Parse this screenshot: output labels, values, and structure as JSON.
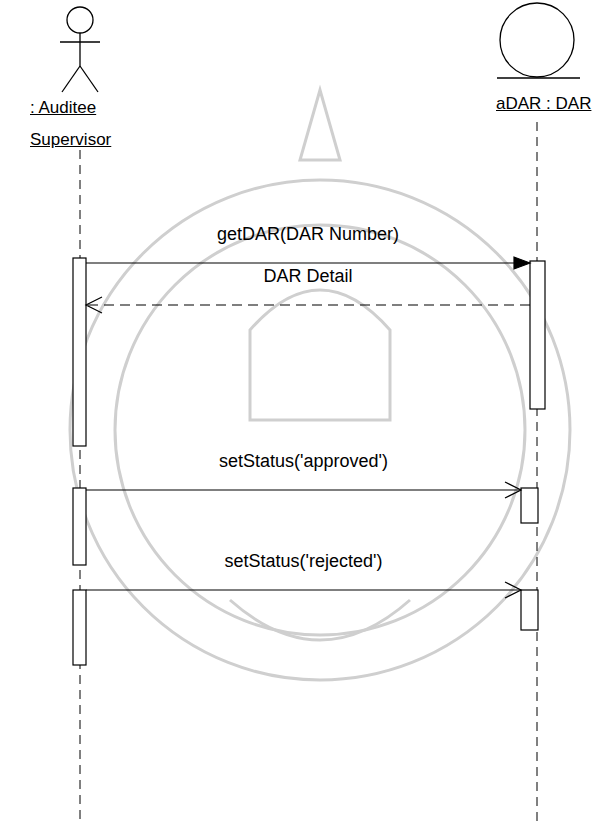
{
  "diagram": {
    "nodes": [
      {
        "text": [
          ": Auditee Supervisor"
        ]
      },
      {
        "text": [
          "aDAR : DAR"
        ]
      }
    ],
    "edges": [
      {
        "from": 0,
        "to": 1,
        "label": "getDAR(DAR Number)",
        "arrow": "to"
      },
      {
        "from": 1,
        "to": 0,
        "label": "DAR Detail",
        "arrow": "to"
      },
      {
        "from": 0,
        "to": 1,
        "label": "setStatus('approved')",
        "arrow": "to"
      },
      {
        "from": 0,
        "to": 1,
        "label": "setStatus('rejected')",
        "arrow": "to"
      }
    ]
  }
}
